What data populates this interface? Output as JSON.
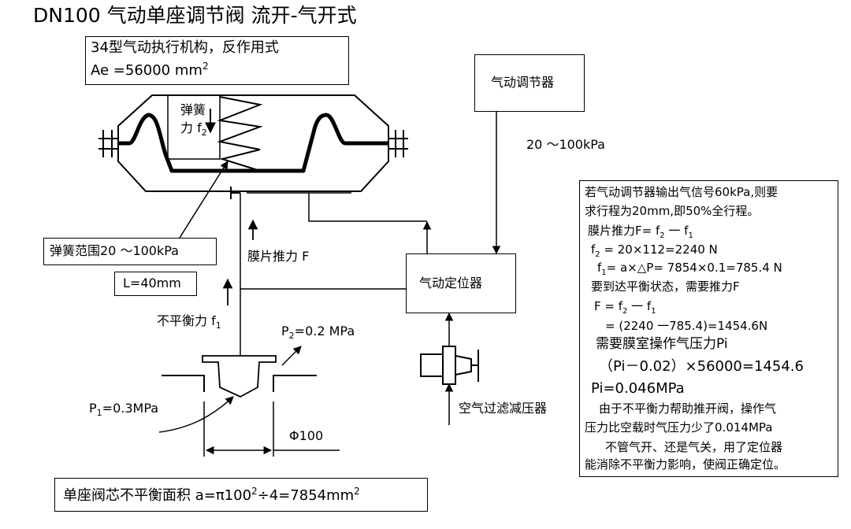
{
  "title": "DN100 气动单座调节阀 流开-气开式",
  "actuator": {
    "line1": "34型气动执行机构，反作用式",
    "line2_prefix": "Ae =56000 mm",
    "line2_sup": "2"
  },
  "spring_force": {
    "line1": "弹簧",
    "line2_prefix": "力 f",
    "line2_sub": "2"
  },
  "controller": {
    "label": "气动调节器"
  },
  "signal": {
    "label": "20 ～100kPa"
  },
  "spring_range": {
    "label": "弹簧范围20 ～100kPa"
  },
  "diaphragm_thrust": {
    "label": "膜片推力 F"
  },
  "stroke": {
    "label": "L=40mm"
  },
  "positioner": {
    "label": "气动定位器"
  },
  "unbalanced_force": {
    "prefix": "不平衡力  f",
    "sub": "1"
  },
  "p2": {
    "prefix": "P",
    "sub": "2",
    "suffix": "=0.2 MPa"
  },
  "p1": {
    "prefix": "P",
    "sub": "1",
    "suffix": "=0.3MPa"
  },
  "diameter": {
    "label": "Φ100"
  },
  "filter": {
    "label": "空气过滤减压器"
  },
  "area_note": {
    "prefix": "单座阀芯不平衡面积 a=π100",
    "sup": "2",
    "suffix": "÷4=7854mm",
    "sup2": "2"
  },
  "calc": {
    "l1": "若气动调节器输出气信号60kPa,则要",
    "l2": "求行程为20mm,即50%全行程。",
    "l3": "膜片推力F= f",
    "l3_sub_a": "2",
    "l3_mid": " 一 f",
    "l3_sub_b": "1",
    "l4_a": "f",
    "l4_sub": "2",
    "l4_b": " = 20×112=2240 N",
    "l5_a": "f",
    "l5_sub": "1",
    "l5_b": "= a×△P= 7854×0.1=785.4 N",
    "l6": "要到达平衡状态，需要推力F",
    "l7_a": "F = f",
    "l7_sub_a": "2",
    "l7_mid": "  一  f",
    "l7_sub_b": "1",
    "l8": "= (2240 一785.4)=1454.6N",
    "l9": "需要膜室操作气压力Pi",
    "l10": "（Pi－0.02）×56000=1454.6",
    "l11": "Pi=0.046MPa",
    "l12": "由于不平衡力帮助推开阀，操作气",
    "l13": "压力比空载时气压力少了0.014MPa",
    "l14": "不管气开、还是气关，用了定位器",
    "l15": "能消除不平衡力影响，使阀正确定位。"
  }
}
